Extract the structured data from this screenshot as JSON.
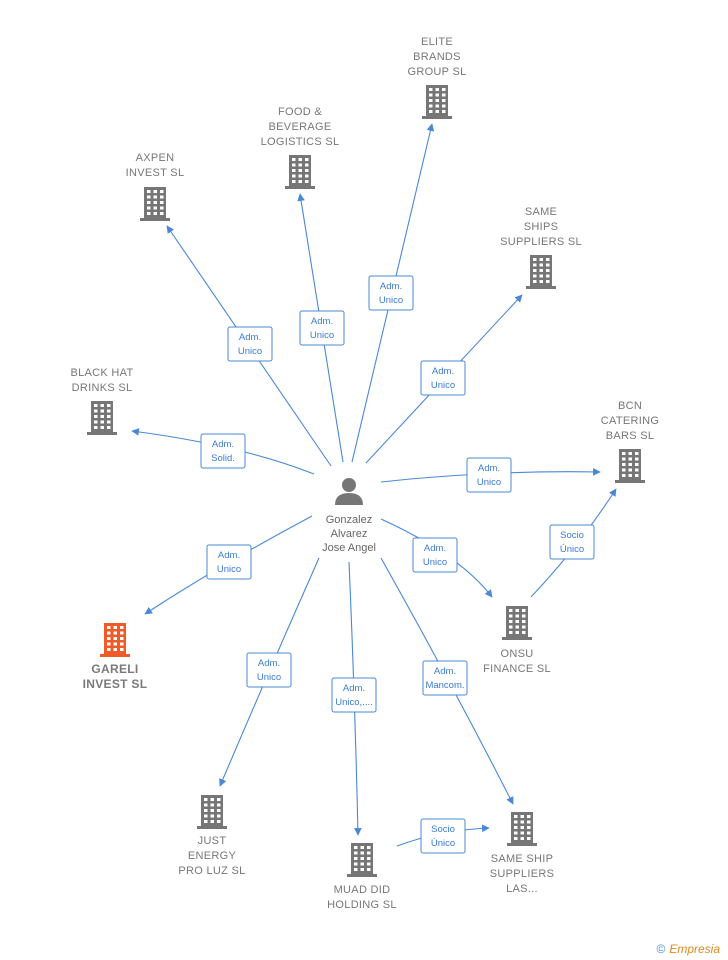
{
  "center": {
    "lines": [
      "Gonzalez",
      "Alvarez",
      "Jose Angel"
    ]
  },
  "nodes": [
    {
      "id": "elite",
      "lines": [
        "ELITE",
        "BRANDS",
        "GROUP  SL"
      ],
      "highlight": false
    },
    {
      "id": "food",
      "lines": [
        "FOOD &",
        "BEVERAGE",
        "LOGISTICS  SL"
      ],
      "highlight": false
    },
    {
      "id": "axpen",
      "lines": [
        "AXPEN",
        "INVEST  SL"
      ],
      "highlight": false
    },
    {
      "id": "same_ships",
      "lines": [
        "SAME",
        "SHIPS",
        "SUPPLIERS SL"
      ],
      "highlight": false
    },
    {
      "id": "black_hat",
      "lines": [
        "BLACK HAT",
        "DRINKS  SL"
      ],
      "highlight": false
    },
    {
      "id": "bcn",
      "lines": [
        "BCN",
        "CATERING",
        "BARS  SL"
      ],
      "highlight": false
    },
    {
      "id": "onsu",
      "lines": [
        "ONSU",
        "FINANCE  SL"
      ],
      "highlight": false
    },
    {
      "id": "gareli",
      "lines": [
        "GARELI",
        "INVEST  SL"
      ],
      "highlight": true
    },
    {
      "id": "just",
      "lines": [
        "JUST",
        "ENERGY",
        "PRO LUZ  SL"
      ],
      "highlight": false
    },
    {
      "id": "muad",
      "lines": [
        "MUAD DID",
        "HOLDING  SL"
      ],
      "highlight": false
    },
    {
      "id": "same_ship",
      "lines": [
        "SAME SHIP",
        "SUPPLIERS",
        "LAS..."
      ],
      "highlight": false
    }
  ],
  "edges": [
    {
      "id": "to-elite",
      "lines": [
        "Adm.",
        "Unico"
      ]
    },
    {
      "id": "to-food",
      "lines": [
        "Adm.",
        "Unico"
      ]
    },
    {
      "id": "to-axpen",
      "lines": [
        "Adm.",
        "Unico"
      ]
    },
    {
      "id": "to-same-ships",
      "lines": [
        "Adm.",
        "Unico"
      ]
    },
    {
      "id": "to-black-hat",
      "lines": [
        "Adm.",
        "Solid."
      ]
    },
    {
      "id": "to-bcn",
      "lines": [
        "Adm.",
        "Unico"
      ]
    },
    {
      "id": "to-onsu",
      "lines": [
        "Adm.",
        "Unico"
      ]
    },
    {
      "id": "onsu-to-bcn",
      "lines": [
        "Socio",
        "Único"
      ]
    },
    {
      "id": "to-gareli",
      "lines": [
        "Adm.",
        "Unico"
      ]
    },
    {
      "id": "to-just",
      "lines": [
        "Adm.",
        "Unico"
      ]
    },
    {
      "id": "to-muad",
      "lines": [
        "Adm.",
        "Unico,...."
      ]
    },
    {
      "id": "to-same-ship",
      "lines": [
        "Adm.",
        "Mancom."
      ]
    },
    {
      "id": "muad-to-same-ship",
      "lines": [
        "Socio",
        "Único"
      ]
    }
  ],
  "colors": {
    "edge": "#4a88d6",
    "building": "#767676",
    "highlight": "#f05a28",
    "person": "#767676"
  },
  "footer": {
    "copyright": "©",
    "brand": "Empresia"
  }
}
